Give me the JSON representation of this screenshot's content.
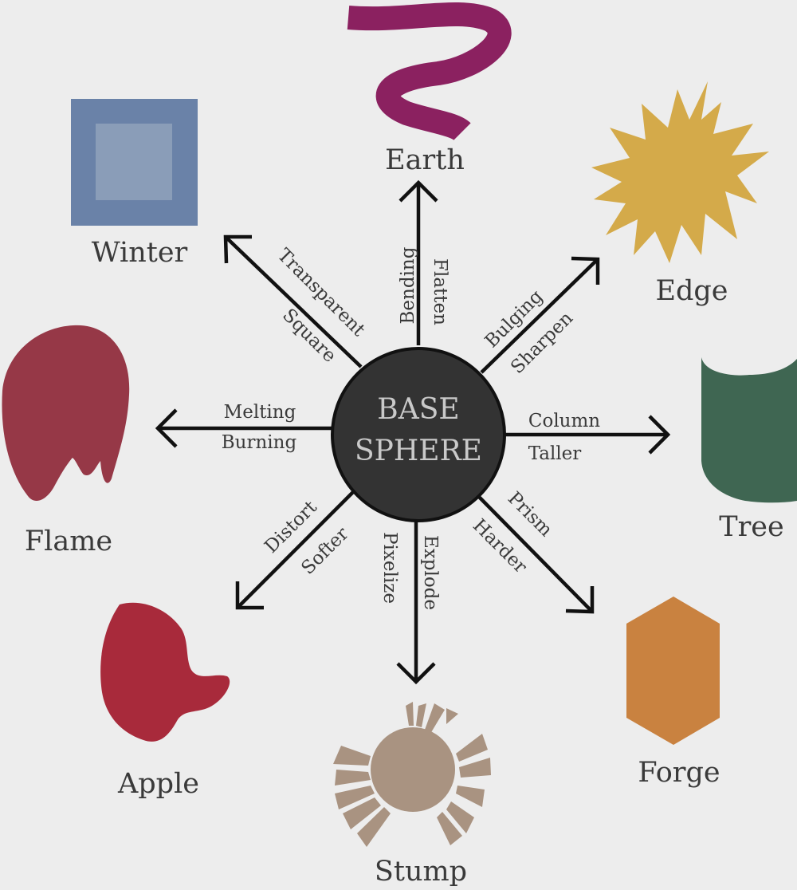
{
  "center": {
    "line1": "BASE",
    "line2": "SPHERE"
  },
  "nodes": {
    "earth": {
      "label": "Earth",
      "color": "#8b2160"
    },
    "edge": {
      "label": "Edge",
      "color": "#d4aa4a"
    },
    "tree": {
      "label": "Tree",
      "color": "#3f6652"
    },
    "forge": {
      "label": "Forge",
      "color": "#c98240"
    },
    "stump": {
      "label": "Stump",
      "color": "#a99381"
    },
    "apple": {
      "label": "Apple",
      "color": "#a82a3b"
    },
    "flame": {
      "label": "Flame",
      "color": "#963847"
    },
    "winter": {
      "label": "Winter",
      "color": "#6a82a8",
      "inner_color": "#8a9db8"
    }
  },
  "arrows": {
    "earth": {
      "a": "Bending",
      "b": "Flatten"
    },
    "edge": {
      "a": "Bulging",
      "b": "Sharpen"
    },
    "tree": {
      "a": "Column",
      "b": "Taller"
    },
    "forge": {
      "a": "Prism",
      "b": "Harder"
    },
    "stump": {
      "a": "Explode",
      "b": "Pixelize"
    },
    "apple": {
      "a": "Distort",
      "b": "Softer"
    },
    "flame": {
      "a": "Melting",
      "b": "Burning"
    },
    "winter": {
      "a": "Transparent",
      "b": "Square"
    }
  }
}
